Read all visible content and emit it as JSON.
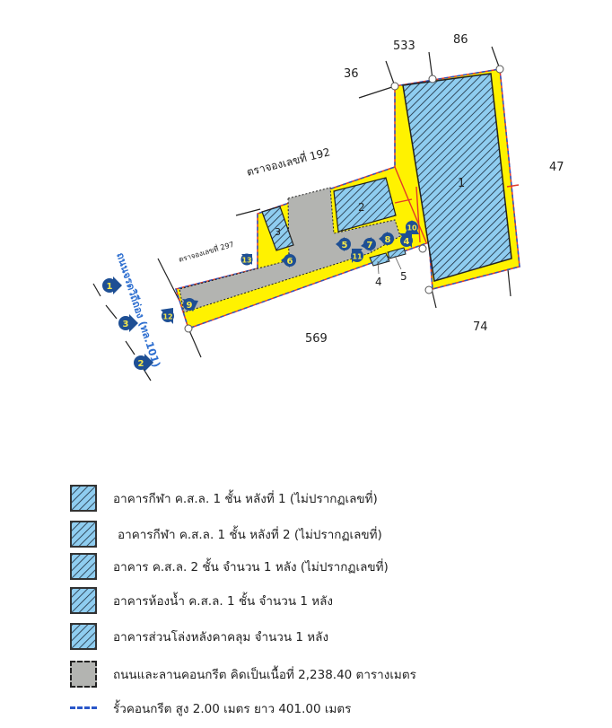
{
  "map": {
    "parcel_numbers": {
      "north_left": "36",
      "north_mid": "533",
      "north_right": "86",
      "east": "47",
      "south_east": "74",
      "south": "569"
    },
    "reservation_labels": {
      "main": "ตราจองเลขที่ 192",
      "small": "ตราจองเลขที่ 297"
    },
    "road_label": "ถนนจรดวิถีถ่อง (ทล.101)",
    "building_labels": [
      "1",
      "2",
      "3",
      "4",
      "5"
    ],
    "photo_markers": [
      "1",
      "2",
      "3",
      "4",
      "5",
      "6",
      "7",
      "8",
      "9",
      "10",
      "11",
      "12",
      "13"
    ],
    "colors": {
      "land_fill": "#fff200",
      "building_fill": "#8fcdf0",
      "concrete_fill": "#b3b4b1",
      "fence": "#2a57c9",
      "boundary": "#e23a2a",
      "marker_fill": "#1e4f94",
      "marker_text": "#f5e84a",
      "road_text": "#2e6fd0"
    }
  },
  "legend": {
    "items": [
      {
        "swatch": "building-1",
        "label": "อาคารกีฬา ค.ส.ล. 1 ชั้น หลังที่ 1 (ไม่ปรากฏเลขที่)"
      },
      {
        "swatch": "building-2",
        "label": "อาคารกีฬา ค.ส.ล. 1 ชั้น หลังที่ 2 (ไม่ปรากฏเลขที่)"
      },
      {
        "swatch": "building-3",
        "label": "อาคาร ค.ส.ล. 2 ชั้น จำนวน 1 หลัง (ไม่ปรากฏเลขที่)"
      },
      {
        "swatch": "building-4",
        "label": "อาคารห้องน้ำ ค.ส.ล. 1 ชั้น จำนวน 1 หลัง"
      },
      {
        "swatch": "building-5",
        "label": "อาคารส่วนโล่งหลังคาคลุม จำนวน 1 หลัง"
      },
      {
        "swatch": "concrete",
        "label": "ถนนและลานคอนกรีต คิดเป็นเนื้อที่ 2,238.40 ตารางเมตร"
      },
      {
        "swatch": "fence",
        "label": "รั้วคอนกรีต สูง 2.00 เมตร ยาว 401.00 เมตร"
      }
    ]
  }
}
